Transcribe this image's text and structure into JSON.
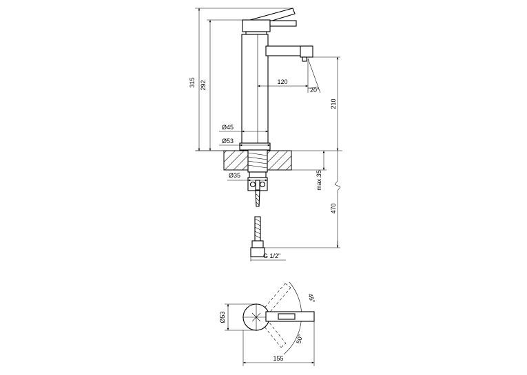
{
  "side_view": {
    "dimensions": {
      "height_total": "315",
      "height_spout": "292",
      "reach": "120",
      "spout_angle": "20°",
      "deck_to_spout": "210",
      "body_diameter": "Ø45",
      "base_diameter": "Ø53",
      "shank_diameter": "Ø35",
      "max_deck_thickness": "max.35",
      "hose_length": "470",
      "connection_thread": "G 1/2\""
    }
  },
  "top_view": {
    "dimensions": {
      "diameter": "Ø53",
      "length": "155",
      "rotation_left": "45°",
      "rotation_right": "50°"
    }
  }
}
